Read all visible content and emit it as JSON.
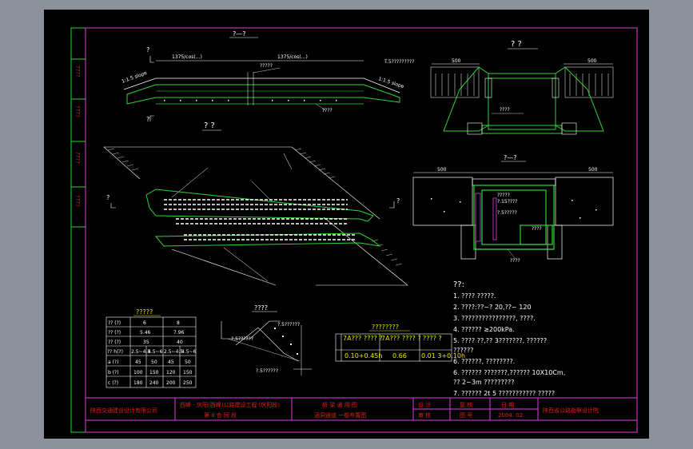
{
  "colors": {
    "frame": "#2fd43a",
    "title_block": "#e040e0",
    "linework": "#ffffff",
    "accent_text": "#e8e800",
    "stamp_text": "#e02020",
    "background": "#000000",
    "surround": "#8c919b"
  },
  "views": {
    "elevation_title": "?—?",
    "plan_title": "? ?",
    "section_right_title": "? ?",
    "section_detail_title": "?—?",
    "section_mark": "?",
    "elevation_dims": [
      "1375/cos(...)",
      "1375/cos(...)"
    ],
    "elevation_slope_left": "1:1.5 slope",
    "elevation_slope_right": "1:1.5 slope",
    "elevation_label_top": "?????",
    "elevation_label_bottom": "????",
    "section_right_label_left": "T.5?????????",
    "section_right_label_center": "????",
    "section_right_dim_left": "500",
    "section_right_dim_right": "500",
    "section_detail_dim_left": "500",
    "section_detail_dim_right": "500",
    "section_detail_labels": [
      "?????",
      "?.15????",
      "?.5?????",
      "????",
      "????"
    ]
  },
  "table_left": {
    "title": "?????",
    "rows": [
      [
        "?? (?)",
        "6",
        "8"
      ],
      [
        "?? (?)",
        "5.46",
        "7.96"
      ],
      [
        "?? (?)",
        "35",
        "40"
      ],
      [
        "?? h(?)",
        "2.5~4.5",
        "4.5~6",
        "2.5~4.5",
        "4.5~6"
      ],
      [
        "a (?)",
        "45",
        "50",
        "45",
        "50"
      ],
      [
        "b (?)",
        "100",
        "150",
        "120",
        "150"
      ],
      [
        "c (?)",
        "180",
        "240",
        "200",
        "250"
      ]
    ]
  },
  "detail_small": {
    "title": "????",
    "labels": [
      "?.5??????",
      "?.5??????",
      "?.5??????"
    ]
  },
  "table_mid": {
    "title": "????????",
    "headers": [
      "7A??? ????\n?",
      "7A??? ????\n?",
      "????\n?"
    ],
    "values": [
      "0.10+0.45h",
      "0.66",
      "0.01 3+0.10h"
    ]
  },
  "notes": {
    "heading": "??:",
    "lines": [
      "1. ???? ?????.",
      "2. ????:??~?   20,??~   120",
      "3. ????????????????, ????.",
      "4. ??????   ≥200kPa.",
      "5. ????  ??,??   3???????, ??????",
      "    ??????",
      "6. ??????, ????????.",
      "6. ??????   ???????,??????      10X10Cm,",
      "    ??   2~3m ?????????",
      "7. ??????     2t 5 ???????????      ?????"
    ]
  },
  "side_stamps": [
    "????",
    "????",
    "????",
    "????"
  ],
  "title_block": {
    "company_left": "陕西交通建设设计有限公司",
    "project_line1": "西峰 - 庆阳(西峰)公路建设工程 (庆阳段)",
    "project_line2": "第 II 合 同 段",
    "drawing_line1": "桥 梁 通 用 图",
    "drawing_line2": "涵洞通道 一般布置图",
    "cells": [
      "设  计",
      "复  核",
      "日  期",
      "审  核",
      "图 号",
      "2004. 02"
    ],
    "company_right": "陕西省公路勘察设计院"
  }
}
